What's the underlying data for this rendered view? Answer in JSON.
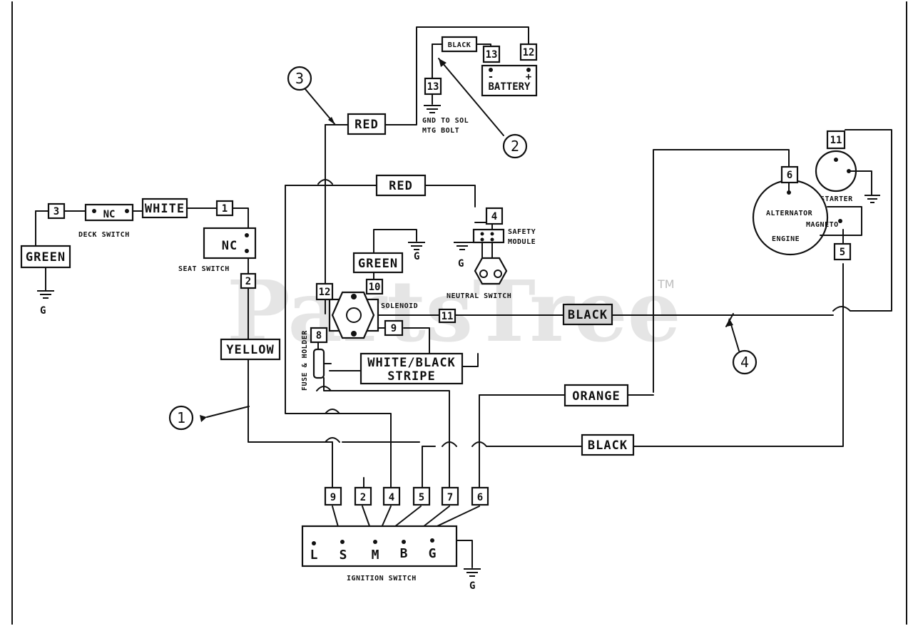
{
  "watermark": {
    "brand": "PartsTree",
    "tm": "TM"
  },
  "wire_colors": {
    "red_top": "RED",
    "red_mid": "RED",
    "white": "WHITE",
    "green_left": "GREEN",
    "green_solenoid": "GREEN",
    "yellow": "YELLOW",
    "white_black_line1": "WHITE/BLACK",
    "white_black_line2": "STRIPE",
    "black_battery": "BLACK",
    "black_solenoid": "BLACK",
    "black_bottom": "BLACK",
    "orange": "ORANGE"
  },
  "components": {
    "battery": "BATTERY",
    "battery_minus": "-",
    "battery_plus": "+",
    "gnd_sol_line1": "GND TO SOL",
    "gnd_sol_line2": "MTG BOLT",
    "deck_switch": "DECK SWITCH",
    "deck_nc": "NC",
    "seat_switch": "SEAT SWITCH",
    "seat_nc": "NC",
    "safety_line1": "SAFETY",
    "safety_line2": "MODULE",
    "neutral_switch": "NEUTRAL SWITCH",
    "solenoid": "SOLENOID",
    "fuse_holder": "FUSE & HOLDER",
    "starter": "STARTER",
    "alternator": "ALTERNATOR",
    "magneto": "MAGNETO",
    "engine": "ENGINE",
    "ignition_switch": "IGNITION SWITCH"
  },
  "ignition_terminals": [
    "L",
    "S",
    "M",
    "B",
    "G"
  ],
  "ground_symbol_label": "G",
  "wire_numbers": {
    "n3_deck": "3",
    "n1_seat": "1",
    "n2_seat": "2",
    "n13_battery": "13",
    "n12_battery": "12",
    "n13_ground": "13",
    "n12_solenoid": "12",
    "n10_solenoid": "10",
    "n8_fuse": "8",
    "n9_solenoid": "9",
    "n11_solenoid": "11",
    "n4_safety": "4",
    "n6_alternator": "6",
    "n11_starter": "11",
    "n5_magneto": "5",
    "ign_9": "9",
    "ign_2": "2",
    "ign_4": "4",
    "ign_5": "5",
    "ign_7": "7",
    "ign_6": "6"
  },
  "callouts": [
    "1",
    "2",
    "3",
    "4"
  ]
}
